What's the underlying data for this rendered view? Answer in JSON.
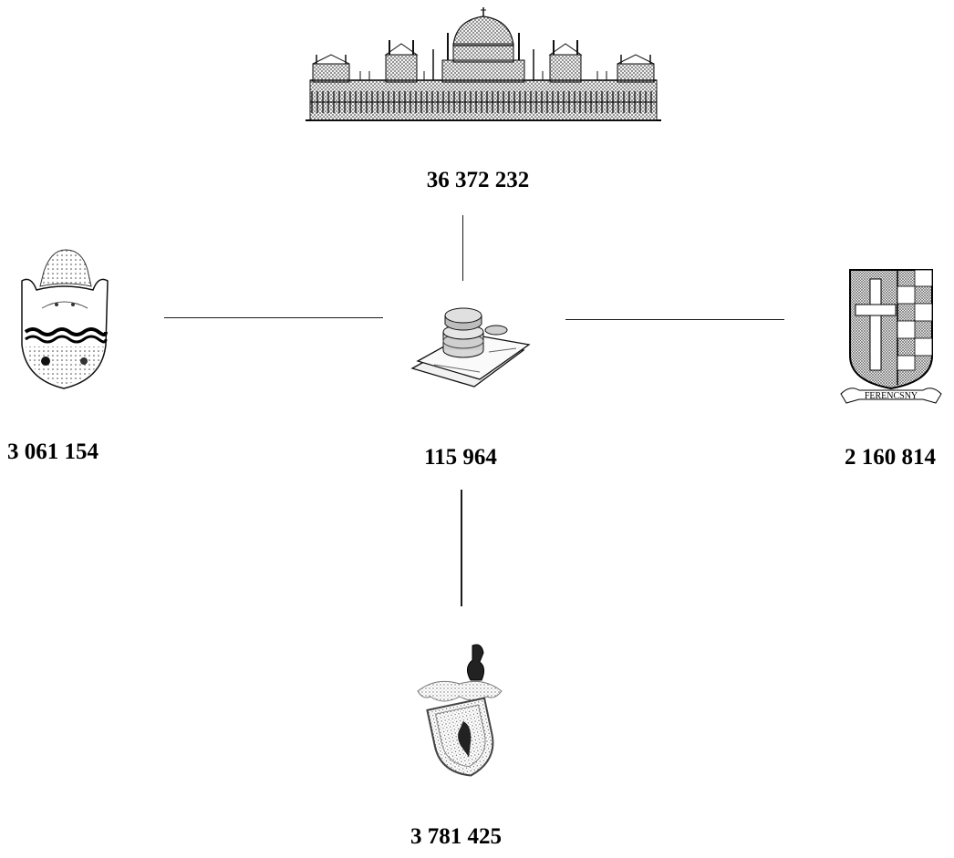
{
  "nodes": {
    "top": {
      "value": "36 372 232",
      "icon": "parliament-building-icon"
    },
    "center": {
      "value": "115 964",
      "icon": "coins-and-banknotes-icon"
    },
    "left": {
      "value": "3 061 154",
      "icon": "coat-of-arms-shield-icon"
    },
    "right": {
      "value": "2 160 814",
      "icon": "coat-of-arms-cross-checkered-icon",
      "motto": "FERENCSNY"
    },
    "bottom": {
      "value": "3 781 425",
      "icon": "coat-of-arms-bird-shield-icon"
    }
  },
  "edges": [
    {
      "from": "center",
      "to": "top"
    },
    {
      "from": "center",
      "to": "left"
    },
    {
      "from": "center",
      "to": "right"
    },
    {
      "from": "center",
      "to": "bottom"
    }
  ]
}
